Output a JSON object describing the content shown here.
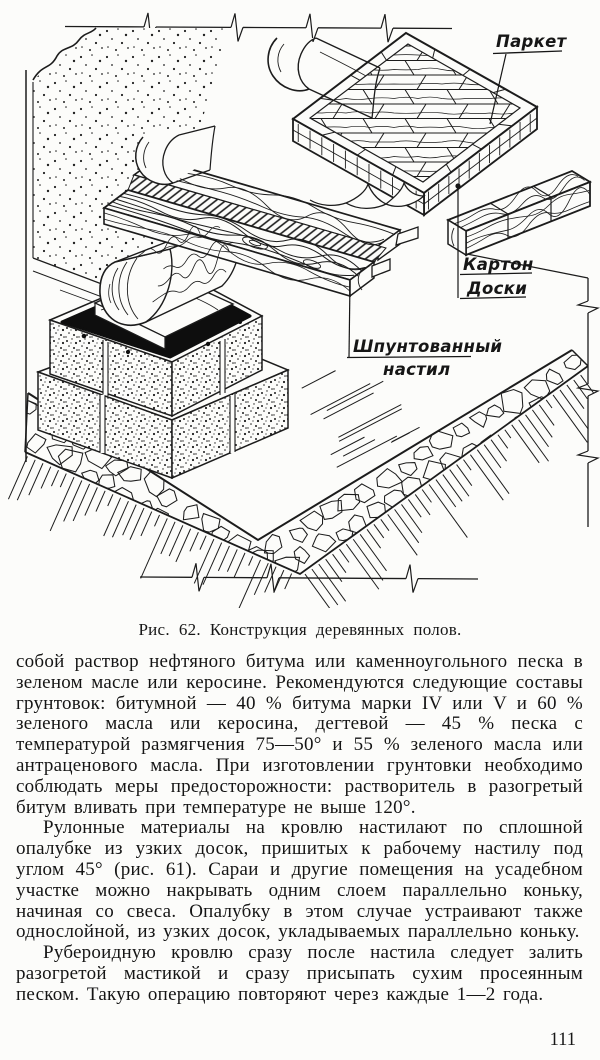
{
  "figure": {
    "labels": {
      "parquet": "Паркет",
      "cardboard": "Картон",
      "boards": "Доски",
      "decking_line1": "Шпунтованный",
      "decking_line2": "настил"
    },
    "caption": "Рис. 62. Конструкция деревянных полов."
  },
  "body": {
    "paragraphs": [
      "собой раствор нефтяного битума или каменноугольного песка в зеленом масле или керосине. Рекомендуются следующие составы грунтовок: битумной — 40 % битума марки IV или V и 60 % зеленого масла или керосина, дегтевой — 45 % песка с температурой размягчения 75—50° и 55 % зеленого масла или антраценового масла. При изготовлении грунтовки необходимо соблюдать меры предосторожности: растворитель в разогретый битум вливать при температуре не выше 120°.",
      "Рулонные материалы на кровлю настилают по сплошной опалубке из узких досок, пришитых к рабочему настилу под углом 45° (рис. 61). Сараи и другие помещения на усадебном участке можно накрывать одним слоем параллельно коньку, начиная со свеса. Опалубку в этом случае устраивают также однослойной, из узких досок, укладываемых параллельно коньку.",
      "Рубероидную кровлю сразу после настила следует залить разогретой мастикой и сразу присыпать сухим просеянным песком. Такую операцию повторяют через каждые 1—2 года."
    ]
  },
  "page_number": "111"
}
